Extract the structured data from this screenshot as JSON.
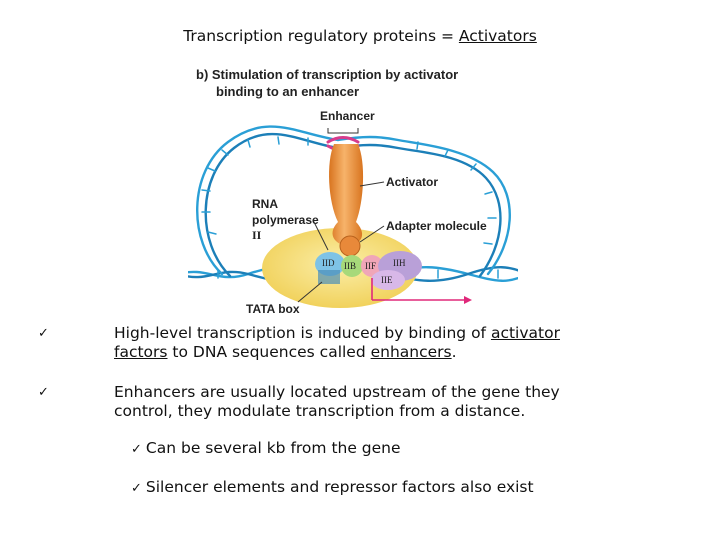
{
  "title": {
    "prefix": "Transcription regulatory proteins = ",
    "highlight": "Activators"
  },
  "figure": {
    "caption_line1": "b) Stimulation of transcription by activator",
    "caption_line2": "binding to an enhancer",
    "label_enhancer": "Enhancer",
    "label_activator": "Activator",
    "label_rna1": "RNA",
    "label_rna2": "polymerase",
    "label_rna3": "II",
    "label_adapter": "Adapter molecule",
    "label_tata": "TATA box",
    "factor_iid": "IID",
    "factor_iib": "IIB",
    "factor_iif": "IIF",
    "factor_iih": "IIH",
    "factor_iie": "IIE",
    "colors": {
      "dna": "#2a9fd6",
      "enhancer_dna": "#d63c8c",
      "activator": "#f0913a",
      "polymerase": "#f4dd74",
      "arrow": "#e0287a"
    }
  },
  "bullets": [
    {
      "check": "✓",
      "parts": [
        "High-level transcription is induced by binding of ",
        "activator",
        "factors",
        " to DNA sequences called ",
        "enhancers",
        "."
      ]
    },
    {
      "check": "✓",
      "line1": "Enhancers are usually located upstream of the gene they",
      "line2": "control, they modulate transcription from a distance."
    }
  ],
  "subbullets": [
    {
      "check": "✓",
      "text": "Can be several kb from the gene"
    },
    {
      "check": "✓",
      "text": "Silencer elements and repressor factors also exist"
    }
  ]
}
